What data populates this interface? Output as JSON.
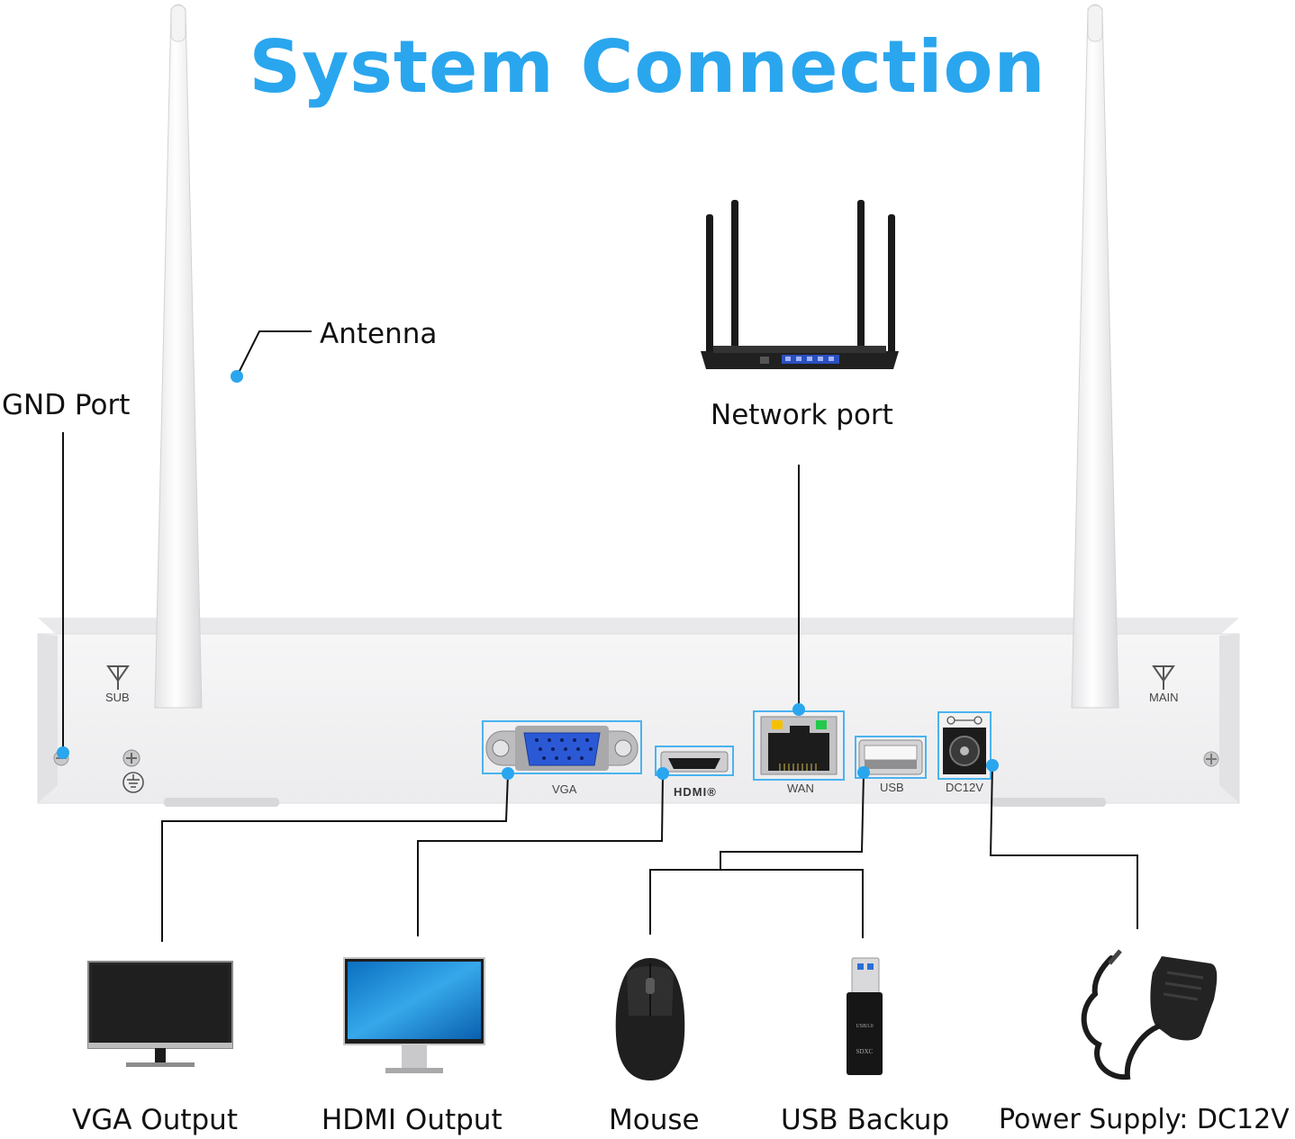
{
  "title": "System Connection",
  "colors": {
    "accent": "#2aa6ee",
    "line": "#111111",
    "panel": "#f0f0f1",
    "port_outline": "#4ab3ef",
    "vga_blue": "#2b59d6"
  },
  "labels": {
    "antenna": "Antenna",
    "gnd_port": "GND Port",
    "network_port": "Network port"
  },
  "panel": {
    "sub": "SUB",
    "main": "MAIN",
    "vga": "VGA",
    "hdmi": "HDMI®",
    "wan": "WAN",
    "usb": "USB",
    "dc12v": "DC12V"
  },
  "devices": [
    {
      "id": "vga-monitor",
      "icon": "monitor-icon",
      "label": "VGA Output"
    },
    {
      "id": "hdmi-monitor",
      "icon": "monitor-icon",
      "label": "HDMI Output"
    },
    {
      "id": "mouse",
      "icon": "mouse-icon",
      "label": "Mouse"
    },
    {
      "id": "usb-backup",
      "icon": "usb-drive-icon",
      "label": "USB Backup"
    },
    {
      "id": "power-supply",
      "icon": "power-adapter-icon",
      "label": "Power Supply: DC12V"
    }
  ]
}
